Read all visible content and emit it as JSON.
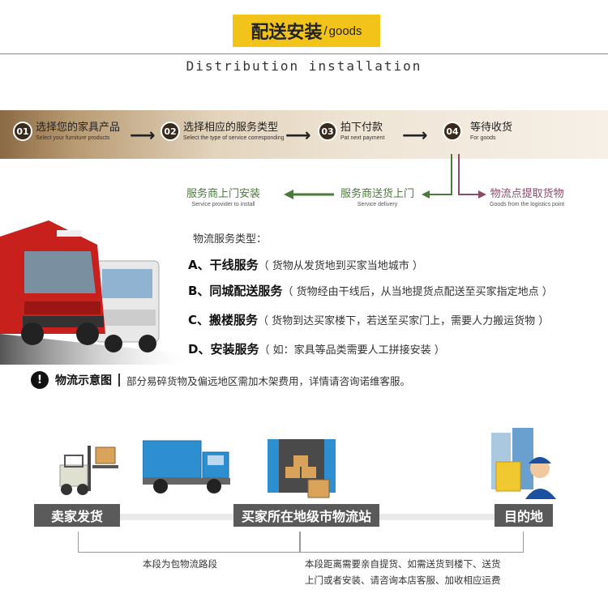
{
  "header": {
    "title_cn": "配送安装",
    "title_sep": "/",
    "title_en": "goods",
    "subtitle": "Distribution installation"
  },
  "steps": [
    {
      "num": "01",
      "cn": "选择您的家具产品",
      "en": "Select your furniture products"
    },
    {
      "num": "02",
      "cn": "选择相应的服务类型",
      "en": "Select the type of service corresponding"
    },
    {
      "num": "03",
      "cn": "拍下付款",
      "en": "Pat next payment"
    },
    {
      "num": "04",
      "cn": "等待收货",
      "en": "For goods"
    }
  ],
  "arrows": [
    "⟶",
    "⟶",
    "⟶"
  ],
  "row2": {
    "left": {
      "cn": "服务商上门安装",
      "en": "Service provider to install"
    },
    "middle": {
      "cn": "服务商送货上门",
      "en": "Service delivery"
    },
    "right": {
      "cn": "物流点提取货物",
      "en": "Goods from the logistics point"
    }
  },
  "services": {
    "title": "物流服务类型：",
    "items": [
      {
        "label": "A、干线服务",
        "desc": "（ 货物从发货地到买家当地城市 ）"
      },
      {
        "label": "B、同城配送服务",
        "desc": "（ 货物经由干线后，从当地提货点配送至买家指定地点 ）"
      },
      {
        "label": "C、搬楼服务",
        "desc": "（ 货物到达买家楼下，若送至买家门上，需要人力搬运货物 ）"
      },
      {
        "label": "D、安装服务",
        "desc": "（ 如：家具等品类需要人工拼接安装 ）"
      }
    ]
  },
  "notice": {
    "icon": "!",
    "title": "物流示意图",
    "text": "部分易碎货物及偏远地区需加木架费用，详情请咨询诺维客服。"
  },
  "flow": {
    "seller": "卖家发货",
    "station": "买家所在地级市物流站",
    "destination": "目的地",
    "note_left": "本段为包物流路段",
    "note_right_1": "本段距离需要亲自提货、如需送货到楼下、送货",
    "note_right_2": "上门或者安装、请咨询本店客服、加收相应运费"
  },
  "colors": {
    "accent": "#f2c419",
    "green": "#4a7a3a",
    "purple": "#8a4a6a",
    "truck_red": "#c8201c",
    "truck_blue": "#2d8fd0"
  }
}
